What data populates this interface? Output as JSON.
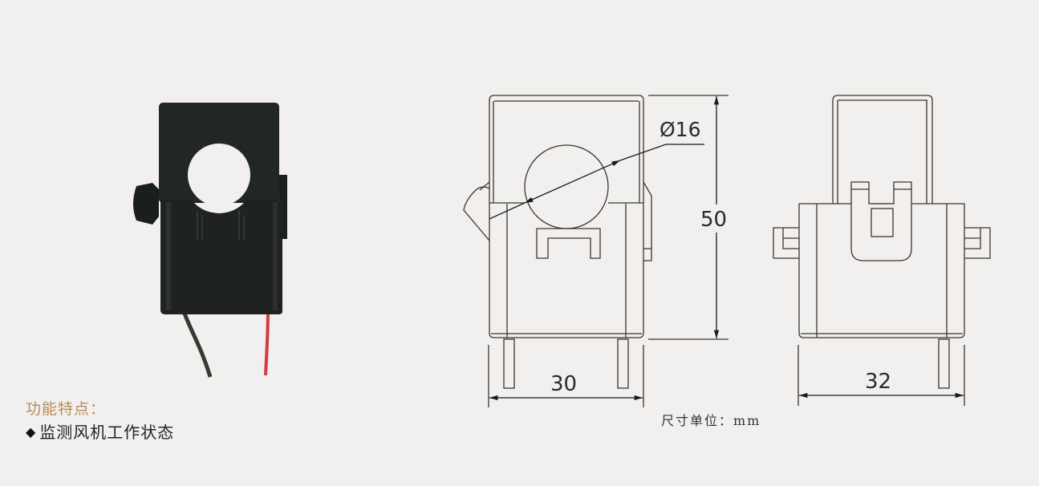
{
  "product": {
    "photo_alt": "split-core current transformer",
    "body_color": "#1f2320",
    "lead_wires": [
      {
        "name": "black-wire",
        "color": "#2e2e2c"
      },
      {
        "name": "red-wire",
        "color": "#d03040"
      }
    ]
  },
  "features": {
    "title": "功能特点：",
    "title_color": "#b98a5c",
    "items": [
      {
        "bullet": "◆",
        "text": "监测风机工作状态"
      }
    ]
  },
  "drawing": {
    "line_color": "#3a3533",
    "front_view": {
      "diameter_label": "Ø16",
      "height_label": "50",
      "width_label": "30"
    },
    "side_view": {
      "width_label": "32"
    },
    "unit_note": "尺寸单位：mm"
  }
}
